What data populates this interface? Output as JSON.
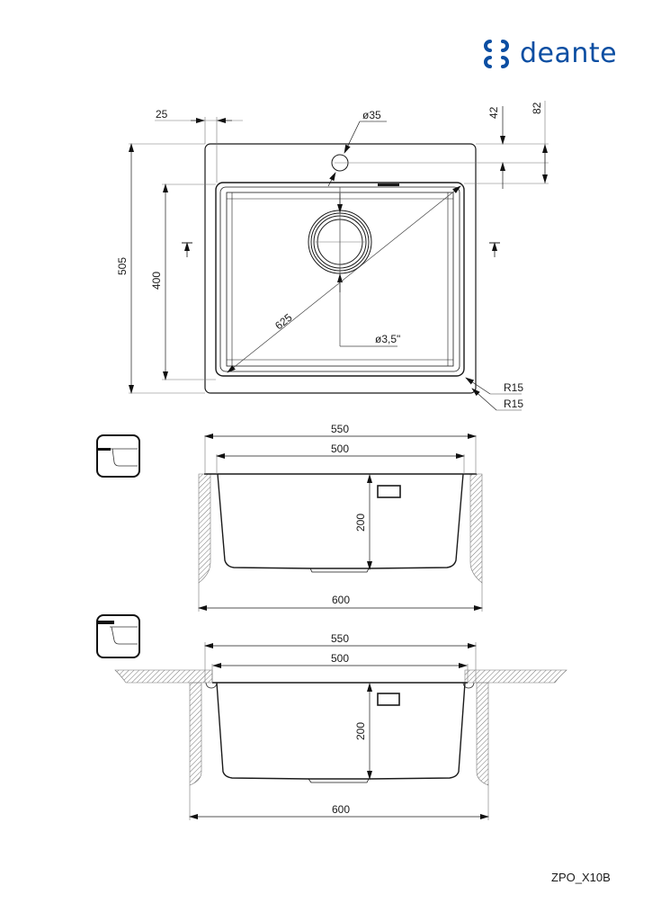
{
  "brand": {
    "name": "deante",
    "color": "#0b4ea2"
  },
  "model_code": "ZPO_X10B",
  "top_view": {
    "dim_flange_width": "25",
    "dim_tap_hole": "ø35",
    "dim_tap_offset": "42",
    "dim_rim_offset": "82",
    "dim_overall_depth": "505",
    "dim_bowl_depth": "400",
    "dim_diagonal": "625",
    "dim_drain": "ø3,5\"",
    "dim_radius_inner": "R15",
    "dim_radius_outer": "R15"
  },
  "section_flush": {
    "icon": "flush-mount-icon",
    "dim_top_outer": "550",
    "dim_top_inner": "500",
    "dim_depth": "200",
    "dim_cabinet": "600"
  },
  "section_undermount": {
    "icon": "undermount-icon",
    "dim_top_outer": "550",
    "dim_top_inner": "500",
    "dim_depth": "200",
    "dim_cabinet": "600"
  },
  "colors": {
    "line": "#1a1a1a",
    "thin": "#555555",
    "hatch": "#777777"
  }
}
